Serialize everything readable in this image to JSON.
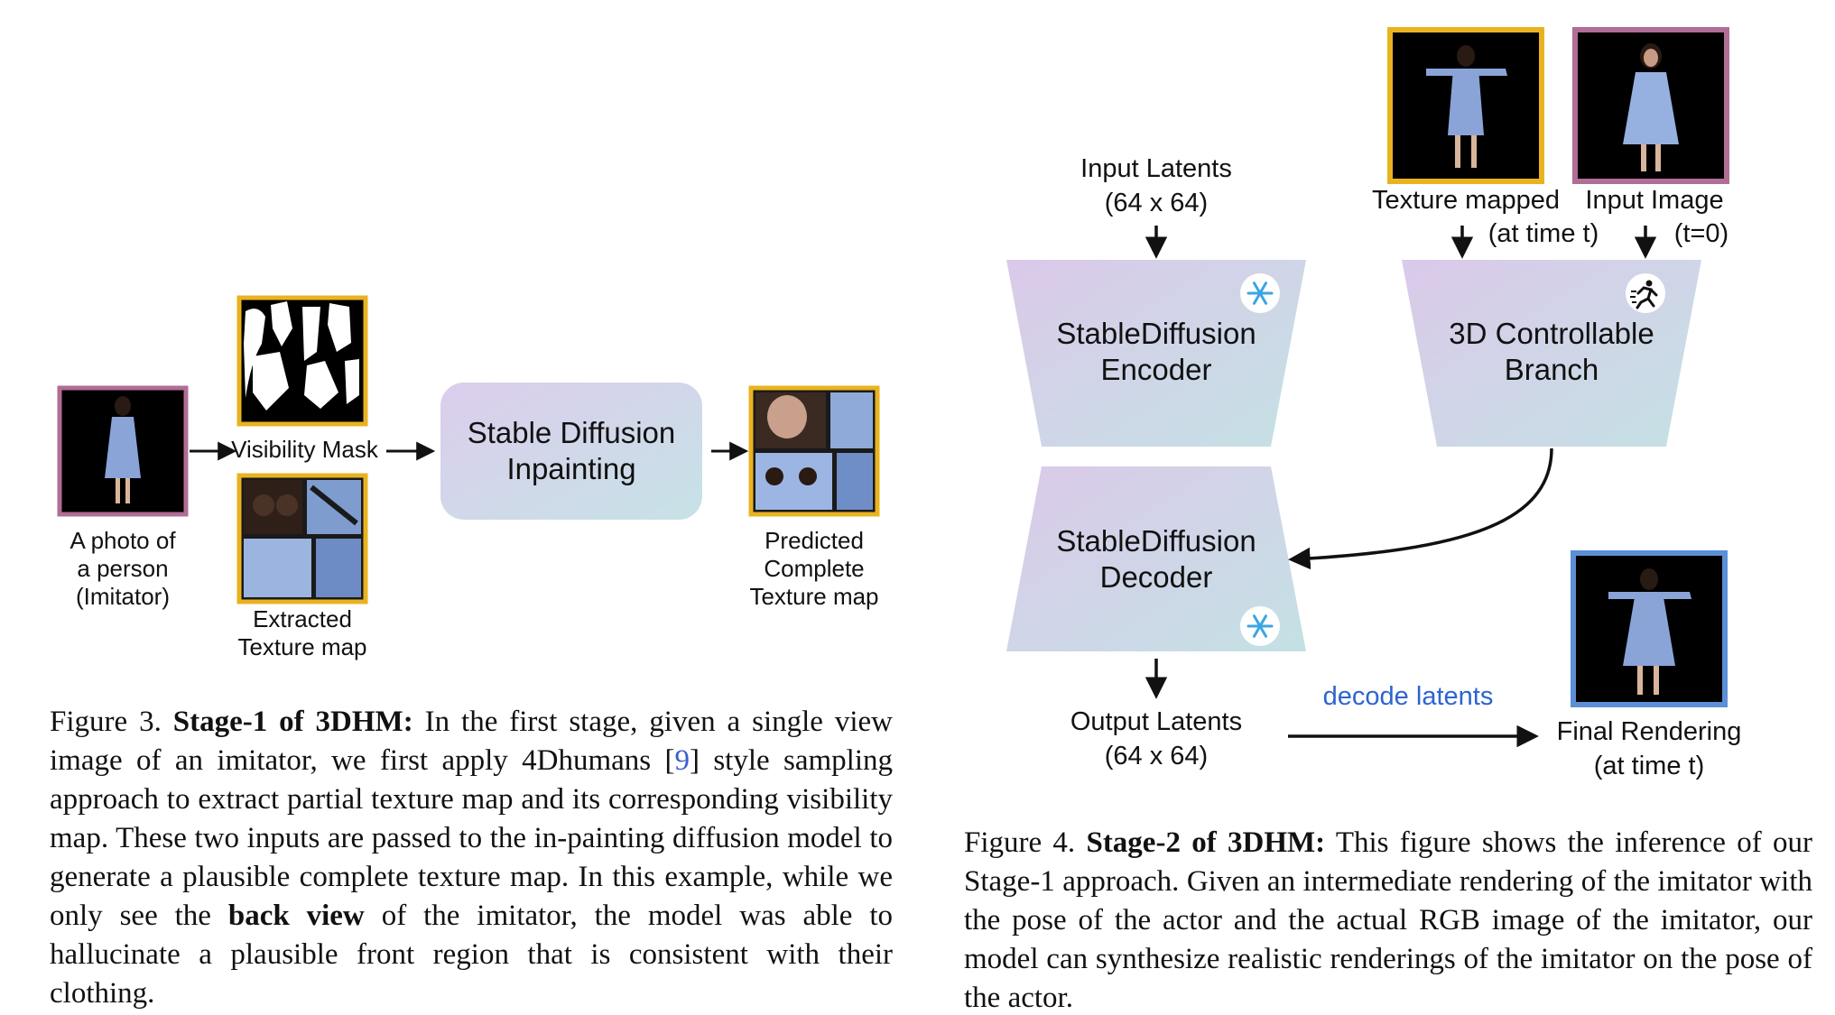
{
  "fig3": {
    "person_label": [
      "A photo of",
      "a person",
      "(Imitator)"
    ],
    "mask_label": "Visibility Mask",
    "texture_label": [
      "Extracted",
      "Texture map"
    ],
    "sd_box": [
      "Stable Diffusion",
      "Inpainting"
    ],
    "predicted_label": [
      "Predicted",
      "Complete",
      "Texture map"
    ],
    "caption_prefix": "Figure 3. ",
    "caption_bold": "Stage-1 of 3DHM:",
    "caption_text1": " In the first stage, given a single view image of an imitator, we first apply 4Dhumans [",
    "caption_cite": "9",
    "caption_text2": "] style sampling approach to extract partial texture map and its corresponding visibility map. These two inputs are passed to the in-painting diffusion model to generate a plausible complete texture map. In this example, while we only see the ",
    "caption_bold2": "back view",
    "caption_text3": " of the imitator, the model was able to hallucinate a plausible front region that is consistent with their clothing."
  },
  "fig4": {
    "input_latents": [
      "Input Latents",
      "(64 x 64)"
    ],
    "texture_mapped": [
      "Texture mapped",
      "(at time t)"
    ],
    "input_image": [
      "Input Image",
      "(t=0)"
    ],
    "encoder": [
      "StableDiffusion",
      "Encoder"
    ],
    "controllable": [
      "3D Controllable",
      "Branch"
    ],
    "decoder": [
      "StableDiffusion",
      "Decoder"
    ],
    "output_latents": [
      "Output Latents",
      "(64 x 64)"
    ],
    "decode_latents": "decode latents",
    "final_rendering": [
      "Final Rendering",
      "(at time t)"
    ],
    "caption_prefix": "Figure 4. ",
    "caption_bold": "Stage-2 of 3DHM:",
    "caption_text": " This figure shows the inference of our Stage-1 approach. Given an intermediate rendering of the imitator with the pose of the actor and the actual RGB image of the imitator, our model can synthesize realistic renderings of the imitator on the pose of the actor."
  },
  "colors": {
    "frame_pink": "#b06d96",
    "frame_yellow": "#e9b320",
    "frame_blue": "#5b8fd6",
    "box_lavender": "#d8cdea",
    "box_teal": "#c9e0e6",
    "link_blue": "#2c64d0",
    "icon_blue": "#3aa6e0"
  },
  "icons": [
    "snowflake-icon",
    "running-person-icon"
  ]
}
